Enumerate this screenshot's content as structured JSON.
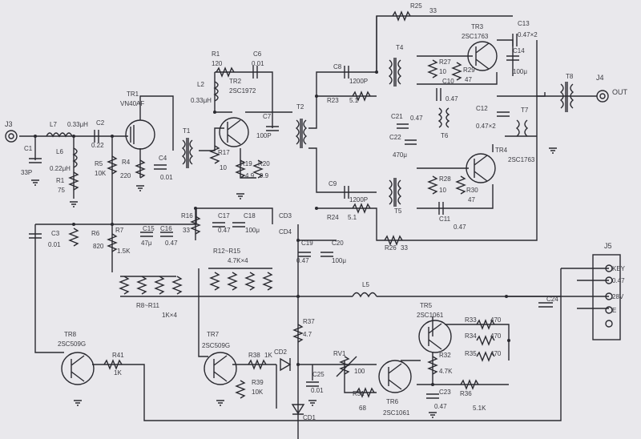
{
  "labels": {
    "J3": "J3",
    "C1": "C1",
    "C1v": "33P",
    "L7": "L7",
    "L7v": "0.33μH",
    "C2": "C2",
    "C2v": "0.22",
    "L6": "L6",
    "L6v": "0.22μH",
    "R1": "R1",
    "R1v": "75",
    "TR1": "TR1",
    "TR1v": "VN40AF",
    "R5": "R5",
    "R5v": "10K",
    "R4": "R4",
    "R4v": "220",
    "C4": "C4",
    "C4v": "0.01",
    "T1": "T1",
    "R1b": "R1",
    "R1bv": "120",
    "C6": "C6",
    "C6v": "0.01",
    "L2": "L2",
    "L2v": "0.33μH",
    "TR2": "TR2",
    "TR2v": "2SC1972",
    "C7": "C7",
    "C7v": "100P",
    "R17": "R17",
    "R17v": "10",
    "R19": "R19",
    "R19v": "4.9",
    "R20": "R20",
    "R20v": "9.9",
    "T2": "T2",
    "C8": "C8",
    "C8v": "1200P",
    "R23": "R23",
    "R23v": "5.1",
    "C9": "C9",
    "C9v": "1200P",
    "R24": "R24",
    "R24v": "5.1",
    "R25": "R25",
    "R25v": "33",
    "R26": "R26",
    "R26v": "33",
    "TR3": "TR3",
    "TR3v": "2SC1763",
    "T4": "T4",
    "R27": "R27",
    "R27v": "10",
    "R29": "R29",
    "R29v": "47",
    "C10": "C10",
    "C10v": "0.47",
    "C13": "C13",
    "C13v": "0.47×2",
    "C14": "C14",
    "C14v": "100μ",
    "C12": "C12",
    "C12v": "0.47×2",
    "C21": "C21",
    "C21v": "0.47",
    "C22": "C22",
    "C22v": "470μ",
    "T6": "T6",
    "T7": "T7",
    "T8": "T8",
    "TR4": "TR4",
    "TR4v": "2SC1763",
    "R28": "R28",
    "R28v": "10",
    "R30": "R30",
    "R30v": "47",
    "T5": "T5",
    "C11": "C11",
    "C11v": "0.47",
    "J4": "J4",
    "OUT": "OUT",
    "C3": "C3",
    "C3v": "0.01",
    "R6": "R6",
    "R6v": "820",
    "R7": "R7",
    "R7v": "1.5K",
    "C15": "C15",
    "C15v": "47μ",
    "C16": "C16",
    "C16v": "0.47",
    "R16": "R16",
    "R16v": "33",
    "C17": "C17",
    "C17v": "0.47",
    "C18": "C18",
    "C18v": "100μ",
    "CD3": "CD3",
    "CD4": "CD4",
    "C19": "C19",
    "C19v": "0.47",
    "C20": "C20",
    "C20v": "100μ",
    "R12R15": "R12~R15",
    "R12R15v": "4.7K×4",
    "R8R11": "R8~R11",
    "R8R11v": "1K×4",
    "L5": "L5",
    "J5": "J5",
    "KEY": "KEY",
    "p047": "0.47",
    "p28V": "28V",
    "E": "E",
    "C24": "C24",
    "TR5": "TR5",
    "TR5v": "2SC1061",
    "R33": "R33",
    "R33v": "470",
    "R34": "R34",
    "R34v": "470",
    "R35": "R35",
    "R35v": "470",
    "R32": "R32",
    "R32v": "4.7K",
    "C23": "C23",
    "C23v": "0.47",
    "R36": "R36",
    "R36v": "5.1K",
    "TR6": "TR6",
    "TR6v": "2SC1061",
    "RV1": "RV1",
    "RV1v": "100",
    "R31": "R31",
    "R31v": "68",
    "TR8": "TR8",
    "TR8v": "2SC509G",
    "R41": "R41",
    "R41v": "1K",
    "TR7": "TR7",
    "TR7v": "2SC509G",
    "R38": "R38",
    "R38v": "1K",
    "R39": "R39",
    "R39v": "10K",
    "CD2": "CD2",
    "R37": "R37",
    "R37v": "4.7",
    "C25": "C25",
    "C25v": "0.01",
    "CD1": "CD1"
  }
}
